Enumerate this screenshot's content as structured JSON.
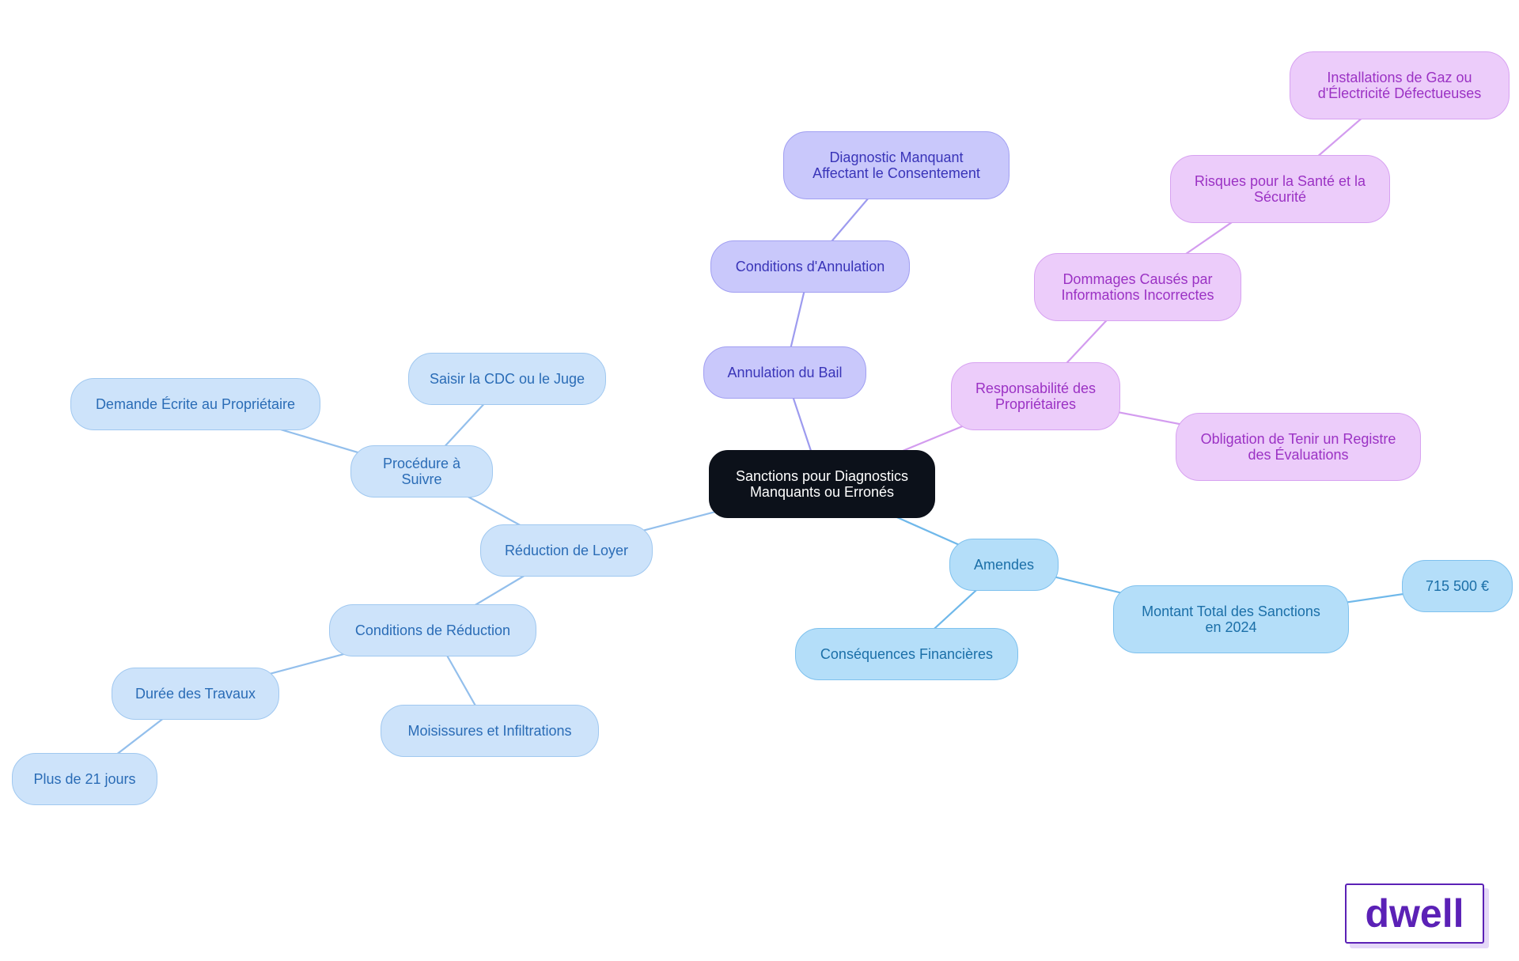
{
  "diagram": {
    "nodes": [
      {
        "id": "root",
        "label": "Sanctions pour Diagnostics\nManquants ou Erronés",
        "group": "center"
      },
      {
        "id": "bail",
        "label": "Annulation du Bail",
        "group": "violet"
      },
      {
        "id": "cond_annul",
        "label": "Conditions d'Annulation",
        "group": "violet"
      },
      {
        "id": "diag_manquant",
        "label": "Diagnostic Manquant\nAffectant le Consentement",
        "group": "violet"
      },
      {
        "id": "resp",
        "label": "Responsabilité des\nPropriétaires",
        "group": "pink"
      },
      {
        "id": "dommages",
        "label": "Dommages Causés par\nInformations Incorrectes",
        "group": "pink"
      },
      {
        "id": "risques",
        "label": "Risques pour la Santé et la\nSécurité",
        "group": "pink"
      },
      {
        "id": "gaz",
        "label": "Installations de Gaz ou\nd'Électricité Défectueuses",
        "group": "pink"
      },
      {
        "id": "registre",
        "label": "Obligation de Tenir un Registre\ndes Évaluations",
        "group": "pink"
      },
      {
        "id": "amendes",
        "label": "Amendes",
        "group": "sky"
      },
      {
        "id": "montant",
        "label": "Montant Total des Sanctions\nen 2024",
        "group": "sky"
      },
      {
        "id": "somme",
        "label": "715 500 €",
        "group": "sky"
      },
      {
        "id": "consequences",
        "label": "Conséquences Financières",
        "group": "sky"
      },
      {
        "id": "reduction",
        "label": "Réduction de Loyer",
        "group": "blue"
      },
      {
        "id": "procedure",
        "label": "Procédure à Suivre",
        "group": "blue"
      },
      {
        "id": "saisir",
        "label": "Saisir la CDC ou le Juge",
        "group": "blue"
      },
      {
        "id": "demande",
        "label": "Demande Écrite au Propriétaire",
        "group": "blue"
      },
      {
        "id": "cond_reduc",
        "label": "Conditions de Réduction",
        "group": "blue"
      },
      {
        "id": "duree",
        "label": "Durée des Travaux",
        "group": "blue"
      },
      {
        "id": "plus21",
        "label": "Plus de 21 jours",
        "group": "blue"
      },
      {
        "id": "moisissures",
        "label": "Moisissures et Infiltrations",
        "group": "blue"
      }
    ],
    "edges": [
      {
        "from": "root",
        "to": "bail"
      },
      {
        "from": "bail",
        "to": "cond_annul"
      },
      {
        "from": "cond_annul",
        "to": "diag_manquant"
      },
      {
        "from": "root",
        "to": "resp"
      },
      {
        "from": "resp",
        "to": "dommages"
      },
      {
        "from": "dommages",
        "to": "risques"
      },
      {
        "from": "risques",
        "to": "gaz"
      },
      {
        "from": "resp",
        "to": "registre"
      },
      {
        "from": "root",
        "to": "amendes"
      },
      {
        "from": "amendes",
        "to": "montant"
      },
      {
        "from": "montant",
        "to": "somme"
      },
      {
        "from": "amendes",
        "to": "consequences"
      },
      {
        "from": "root",
        "to": "reduction"
      },
      {
        "from": "reduction",
        "to": "procedure"
      },
      {
        "from": "procedure",
        "to": "saisir"
      },
      {
        "from": "procedure",
        "to": "demande"
      },
      {
        "from": "reduction",
        "to": "cond_reduc"
      },
      {
        "from": "cond_reduc",
        "to": "duree"
      },
      {
        "from": "duree",
        "to": "plus21"
      },
      {
        "from": "cond_reduc",
        "to": "moisissures"
      }
    ]
  },
  "colors": {
    "center_fill": "#0c111a",
    "violet_fill": "#c9c8fb",
    "violet_edge": "#9d9bef",
    "pink_fill": "#ecccfa",
    "pink_edge": "#d39cef",
    "sky_fill": "#b4def9",
    "sky_edge": "#6fb8ea",
    "blue_fill": "#cde3fa",
    "blue_edge": "#93bfec",
    "logo": "#5b21b6"
  },
  "logo": {
    "text": "dwell"
  }
}
